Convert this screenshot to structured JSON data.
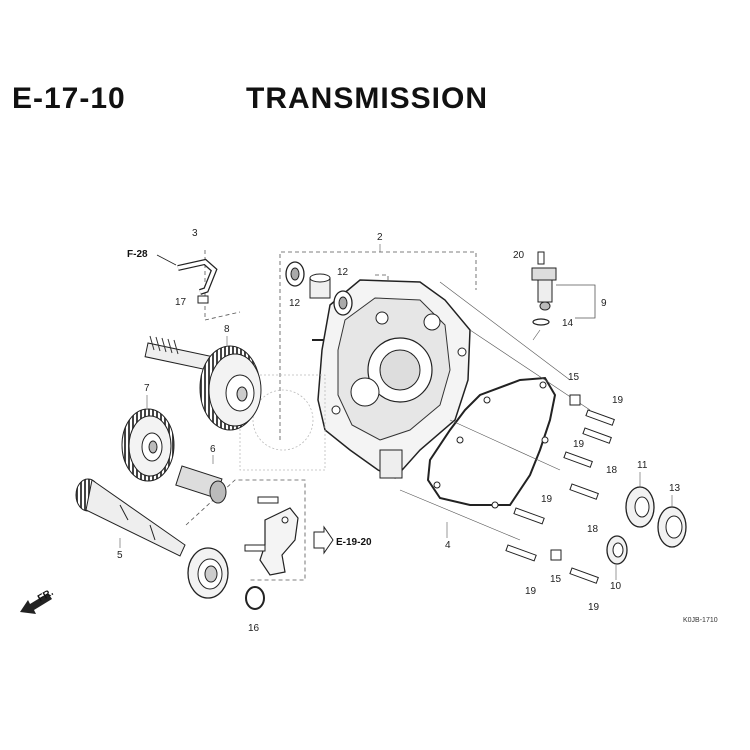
{
  "header": {
    "section_code": "E-17-10",
    "title": "TRANSMISSION"
  },
  "references": {
    "f28": "F-28",
    "e1920": "E-19-20",
    "front": "FR."
  },
  "parts": {
    "p2": "2",
    "p3": "3",
    "p4": "4",
    "p5": "5",
    "p6": "6",
    "p7": "7",
    "p8": "8",
    "p9": "9",
    "p10": "10",
    "p11": "11",
    "p12a": "12",
    "p12b": "12",
    "p13": "13",
    "p14": "14",
    "p15a": "15",
    "p15b": "15",
    "p16": "16",
    "p17": "17",
    "p18a": "18",
    "p18b": "18",
    "p19a": "19",
    "p19b": "19",
    "p19c": "19",
    "p19d": "19",
    "p19e": "19",
    "p20": "20"
  },
  "diagram_code": "K0JB-1710"
}
